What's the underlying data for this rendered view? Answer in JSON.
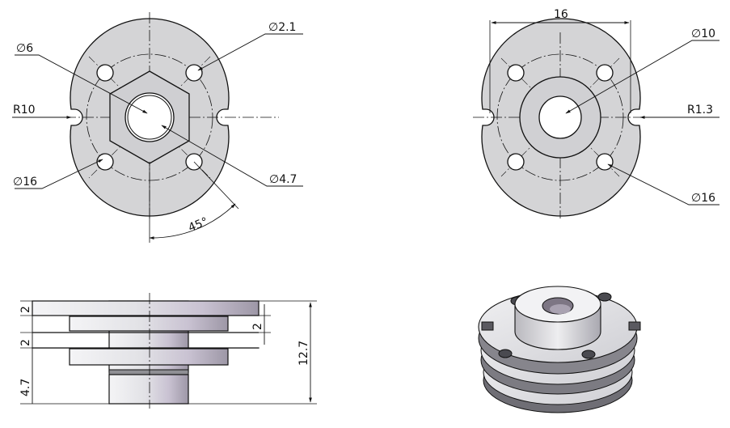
{
  "front_view": {
    "labels": {
      "hole_small": "∅2.1",
      "bore_hex": "∅6",
      "radius": "R10",
      "pcd": "∅16",
      "bore": "∅4.7",
      "angle": "45°"
    }
  },
  "rear_view": {
    "labels": {
      "width": "16",
      "hub": "∅10",
      "slot_radius": "R1.3",
      "pcd": "∅16"
    }
  },
  "side_view": {
    "labels": {
      "flange_top": "2",
      "flange_mid": "2",
      "gap": "2",
      "base": "4.7",
      "overall": "12.7"
    }
  },
  "colors": {
    "part_fill": "#d4d4d6",
    "line": "#111111",
    "shade_light": "#f2f2f4",
    "shade_dark": "#8c8a94"
  }
}
